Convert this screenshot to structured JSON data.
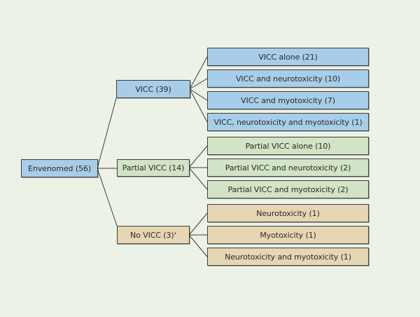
{
  "diagram": {
    "root": {
      "label": "Envenomed (56)",
      "color": "#a8cde8"
    },
    "categories": [
      {
        "id": "vicc",
        "label": "VICC (39)",
        "color": "#a8cde8",
        "children": [
          {
            "label": "VICC alone (21)"
          },
          {
            "label": "VICC and neurotoxicity (10)"
          },
          {
            "label": "VICC and myotoxicity (7)"
          },
          {
            "label": "VICC, neurotoxicity and myotoxicity (1)"
          }
        ]
      },
      {
        "id": "partial",
        "label": "Partial VICC (14)",
        "color": "#d2e3c6",
        "children": [
          {
            "label": "Partial VICC alone (10)"
          },
          {
            "label": "Partial VICC and neurotoxicity (2)"
          },
          {
            "label": "Partial VICC and myotoxicity (2)"
          }
        ]
      },
      {
        "id": "novicc",
        "label": "No VICC (3)",
        "footnote_marker": "*",
        "color": "#e6d6b4",
        "children": [
          {
            "label": "Neurotoxicity  (1)"
          },
          {
            "label": "Myotoxicity  (1)"
          },
          {
            "label": "Neurotoxicity and myotoxicity (1)"
          }
        ]
      }
    ],
    "background_color": "#edf2e6",
    "line_color": "#3d3d3d"
  }
}
